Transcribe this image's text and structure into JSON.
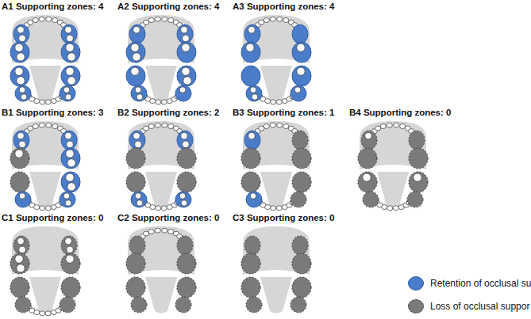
{
  "diagram": {
    "labels": [
      "A1 Supporting zones: 4",
      "A2 Supporting zones: 4",
      "A3 Supporting zones: 4",
      "B1 Supporting zones: 3",
      "B2 Supporting zones: 2",
      "B3 Supporting zones: 1",
      "B4 Supporting zones: 0",
      "C1 Supporting zones: 0",
      "C2 Supporting zones: 0",
      "C3 Supporting zones: 0"
    ],
    "legend": [
      {
        "text": "Retention of occlusal su",
        "color": "#4a7cc9"
      },
      {
        "text": "Loss of occlusal suppor",
        "color": "#7a7a7a"
      }
    ]
  }
}
